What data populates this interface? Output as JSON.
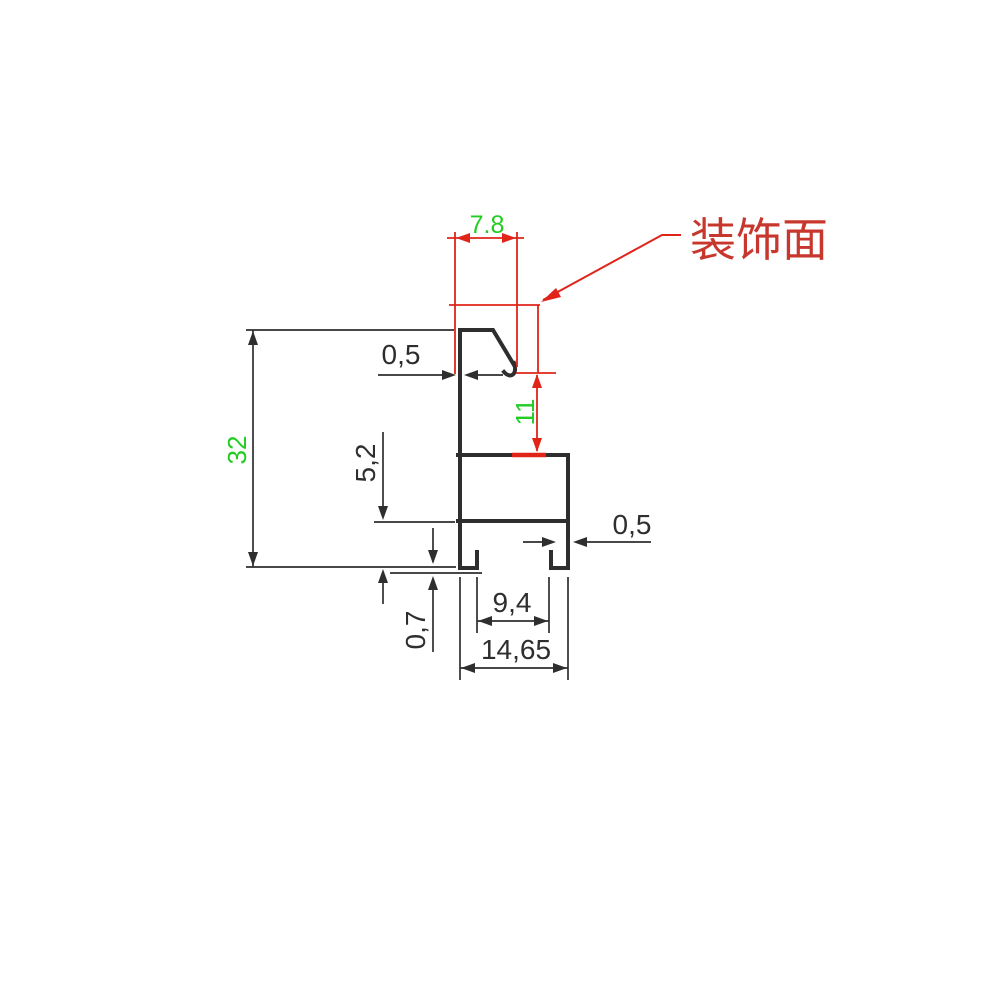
{
  "drawing": {
    "type": "aluminium-profile-cross-section",
    "callout_label": "装饰面",
    "dimensions": {
      "top_flange_width": "7.8",
      "top_wall_thickness": "0,5",
      "overall_height": "32",
      "decorative_face_height": "11",
      "lower_section_height": "5,2",
      "foot_thickness": "0,7",
      "slot_opening_width": "9,4",
      "overall_width": "14,65",
      "right_wall_thickness": "0,5"
    },
    "colors": {
      "outline": "#2e2e2e",
      "dimension_red": "#e02418",
      "label_red": "#c8372d",
      "dimension_green": "#22cc22",
      "background": "#ffffff"
    }
  }
}
